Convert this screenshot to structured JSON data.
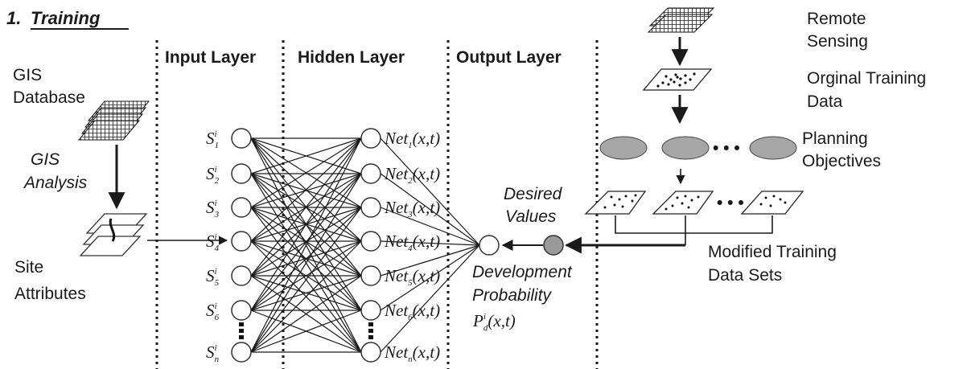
{
  "title": {
    "number": "1.",
    "text": "Training"
  },
  "layers": {
    "input": "Input Layer",
    "hidden": "Hidden Layer",
    "output": "Output Layer"
  },
  "left": {
    "gis_database": [
      "GIS",
      "Database"
    ],
    "gis_analysis": [
      "GIS",
      "Analysis"
    ],
    "site_attributes": [
      "Site",
      "Attributes"
    ]
  },
  "input_nodes": [
    {
      "base": "S",
      "sub": "1",
      "sup": "i"
    },
    {
      "base": "S",
      "sub": "2",
      "sup": "i"
    },
    {
      "base": "S",
      "sub": "3",
      "sup": "i"
    },
    {
      "base": "S",
      "sub": "4",
      "sup": "i"
    },
    {
      "base": "S",
      "sub": "5",
      "sup": "i"
    },
    {
      "base": "S",
      "sub": "6",
      "sup": "i"
    },
    {
      "base": "S",
      "sub": "n",
      "sup": "i"
    }
  ],
  "hidden_nodes": [
    {
      "base": "Net",
      "sub": "1",
      "arg": "(x,t)"
    },
    {
      "base": "Net",
      "sub": "2",
      "arg": "(x,t)"
    },
    {
      "base": "Net",
      "sub": "3",
      "arg": "(x,t)"
    },
    {
      "base": "Net",
      "sub": "4",
      "arg": "(x,t)"
    },
    {
      "base": "Net",
      "sub": "5",
      "arg": "(x,t)"
    },
    {
      "base": "Net",
      "sub": "6",
      "arg": "(x,t)"
    },
    {
      "base": "Net",
      "sub": "n",
      "arg": "(x,t)"
    }
  ],
  "output": {
    "desired_values": [
      "Desired",
      "Values"
    ],
    "development_probability": [
      "Development",
      "Probability"
    ],
    "prob_symbol": {
      "base": "P",
      "sup": "i",
      "sub": "d",
      "arg": "(x,t)"
    }
  },
  "right": {
    "remote_sensing": [
      "Remote",
      "Sensing"
    ],
    "original_training_data": [
      "Orginal Training",
      "Data"
    ],
    "planning_objectives": [
      "Planning",
      "Objectives"
    ],
    "modified_training_data_sets": [
      "Modified Training",
      "Data Sets"
    ],
    "ellipsis": "• • •"
  },
  "colors": {
    "ink": "#1a1a1a",
    "ellipse_fill": "#a6a6a6",
    "desired_node_fill": "#9a9a9a"
  }
}
